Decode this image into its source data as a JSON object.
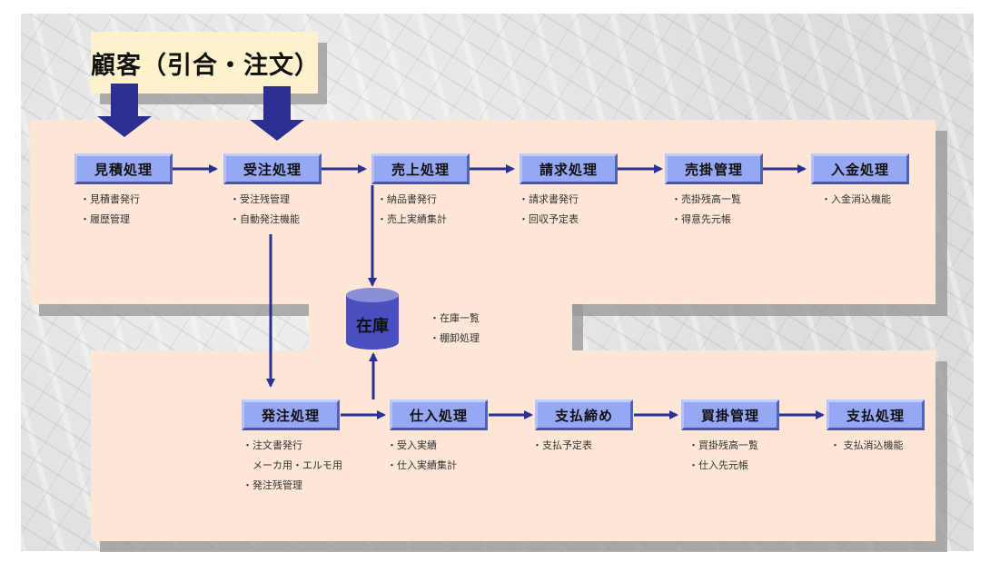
{
  "title": "顧客（引合・注文）",
  "sales_flow": [
    {
      "label": "見積処理",
      "notes": [
        "・見積書発行",
        "・履歴管理"
      ]
    },
    {
      "label": "受注処理",
      "notes": [
        "・受注残管理",
        "・自動発注機能"
      ]
    },
    {
      "label": "売上処理",
      "notes": [
        "・納品書発行",
        "・売上実績集計"
      ]
    },
    {
      "label": "請求処理",
      "notes": [
        "・請求書発行",
        "・回収予定表"
      ]
    },
    {
      "label": "売掛管理",
      "notes": [
        "・売掛残高一覧",
        "・得意先元帳"
      ]
    },
    {
      "label": "入金処理",
      "notes": [
        "・入金消込機能"
      ]
    }
  ],
  "inventory": {
    "label": "在庫",
    "notes": [
      "・在庫一覧",
      "・棚卸処理"
    ]
  },
  "purchase_flow": [
    {
      "label": "発注処理",
      "notes": [
        "・注文書発行",
        "　メーカ用・エルモ用",
        "・発注残管理"
      ]
    },
    {
      "label": "仕入処理",
      "notes": [
        "・受入実績",
        "・仕入実績集計"
      ]
    },
    {
      "label": "支払締め",
      "notes": [
        "・支払予定表"
      ]
    },
    {
      "label": "買掛管理",
      "notes": [
        "・買掛残高一覧",
        "・仕入先元帳"
      ]
    },
    {
      "label": "支払処理",
      "notes": [
        "・ 支払消込機能"
      ]
    }
  ],
  "colors": {
    "arrow": "#2a2f91",
    "box_fill": "#96a7f3",
    "panel": "#fde6d5",
    "title_box": "#fdf2cb",
    "cylinder": "#4a4fc0"
  }
}
